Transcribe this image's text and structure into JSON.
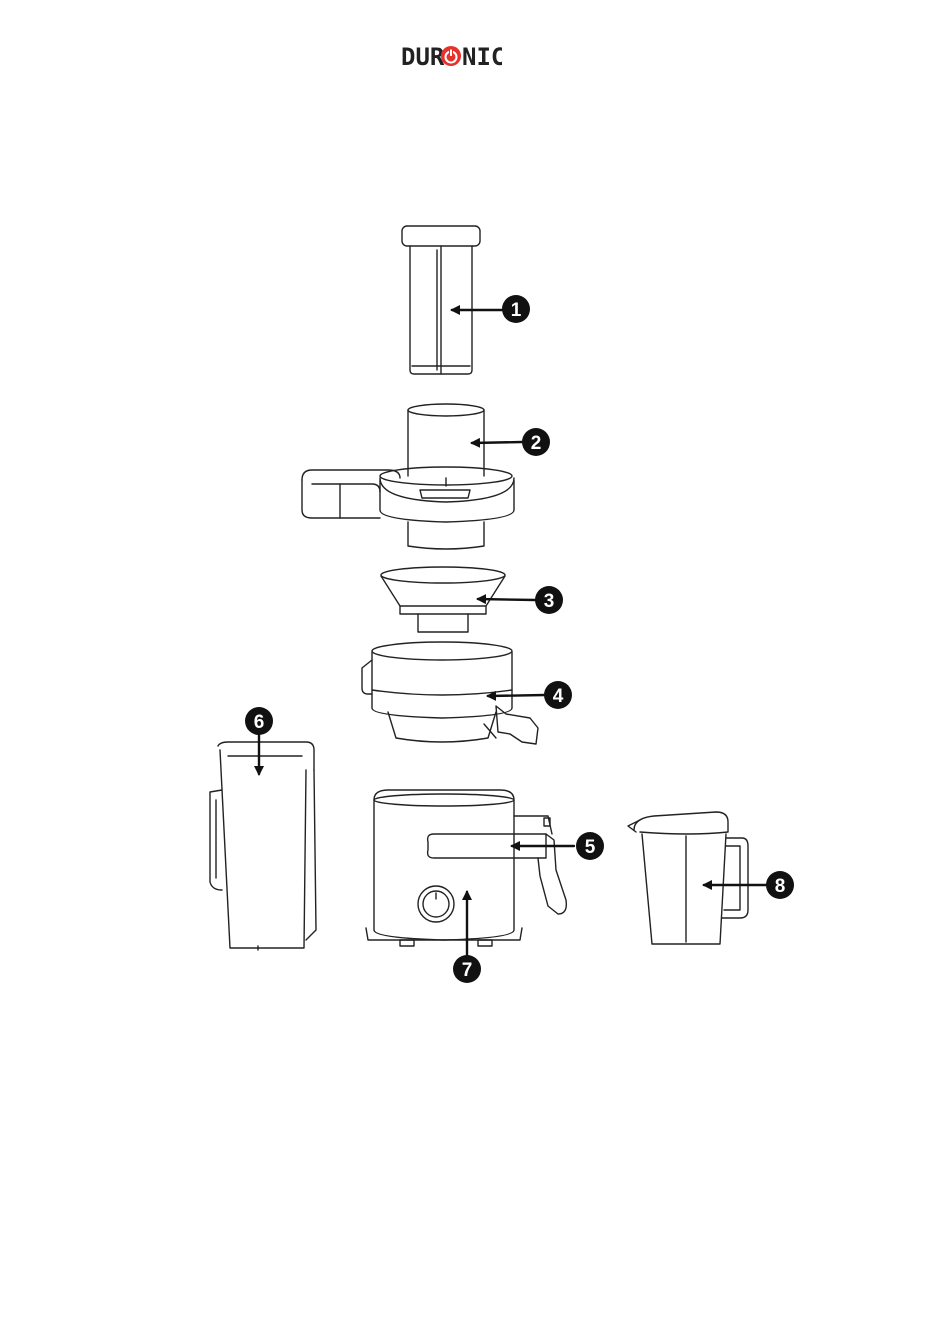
{
  "logo": {
    "text_left": "DUR",
    "text_right": "NIC",
    "accent_color": "#e5322d",
    "icon": "power-icon"
  },
  "callouts": [
    "1",
    "2",
    "3",
    "4",
    "5",
    "6",
    "7",
    "8"
  ],
  "colors": {
    "line": "#222222",
    "callout_fill": "#111111"
  }
}
